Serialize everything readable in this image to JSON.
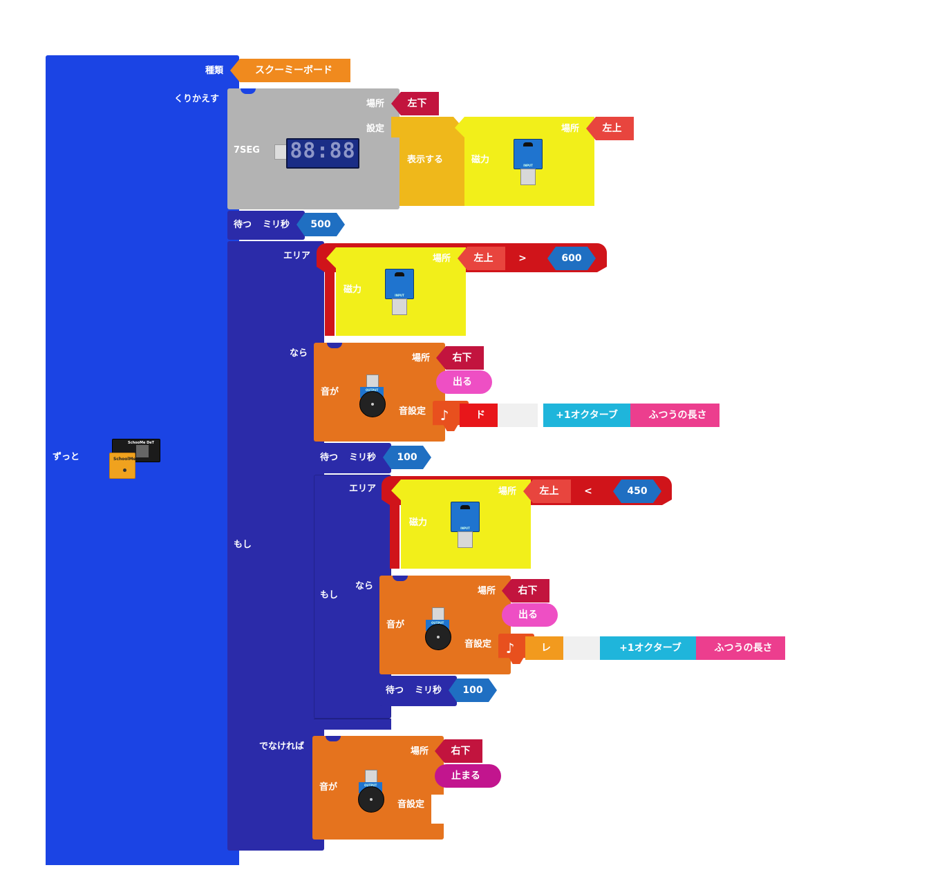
{
  "forever": {
    "label": "ずっと",
    "type_label": "種類",
    "board": "スクーミーボード",
    "board_logo": "SchoolMe",
    "board_logo2": "SchooMe DeT"
  },
  "repeat_label": "くりかえす",
  "seg7": {
    "label": "7SEG",
    "place_label": "場所",
    "place": "左下",
    "setting_label": "設定",
    "display_label": "表示する",
    "digits": "88:88"
  },
  "magnet1": {
    "label": "磁力",
    "place_label": "場所",
    "place": "左上"
  },
  "wait1": {
    "label": "待つ",
    "unit": "ミリ秒",
    "value": "500"
  },
  "if1": {
    "if_label": "もし",
    "area_label": "エリア",
    "then_label": "なら",
    "else_label": "でなければ",
    "cond": {
      "sensor": "磁力",
      "place_label": "場所",
      "place": "左上",
      "op": ">",
      "value": "600"
    },
    "sound": {
      "label": "音が",
      "place_label": "場所",
      "place": "右下",
      "state": "出る",
      "setting_label": "音設定",
      "note": "ド",
      "octave": "+1オクターブ",
      "length": "ふつうの長さ"
    },
    "wait": {
      "label": "待つ",
      "unit": "ミリ秒",
      "value": "100"
    },
    "if2": {
      "if_label": "もし",
      "area_label": "エリア",
      "then_label": "なら",
      "cond": {
        "sensor": "磁力",
        "place_label": "場所",
        "place": "左上",
        "op": "<",
        "value": "450"
      },
      "sound": {
        "label": "音が",
        "place_label": "場所",
        "place": "右下",
        "state": "出る",
        "setting_label": "音設定",
        "note": "レ",
        "octave": "+1オクターブ",
        "length": "ふつうの長さ"
      },
      "wait": {
        "label": "待つ",
        "unit": "ミリ秒",
        "value": "100"
      }
    },
    "else_sound": {
      "label": "音が",
      "place_label": "場所",
      "place": "右下",
      "state": "止まる",
      "setting_label": "音設定"
    }
  },
  "icons": {
    "note": "♪",
    "sensor_chip": "INPUT",
    "buzzer_chip": "OUTPUT"
  },
  "colors": {
    "forever": "#1b44e4",
    "control": "#2b2ba9",
    "seg7": "#b3b3b3",
    "sound": "#e5731e",
    "sensor": "#f2ef1a",
    "condition": "#d0141a",
    "number": "#1f6fc2"
  }
}
